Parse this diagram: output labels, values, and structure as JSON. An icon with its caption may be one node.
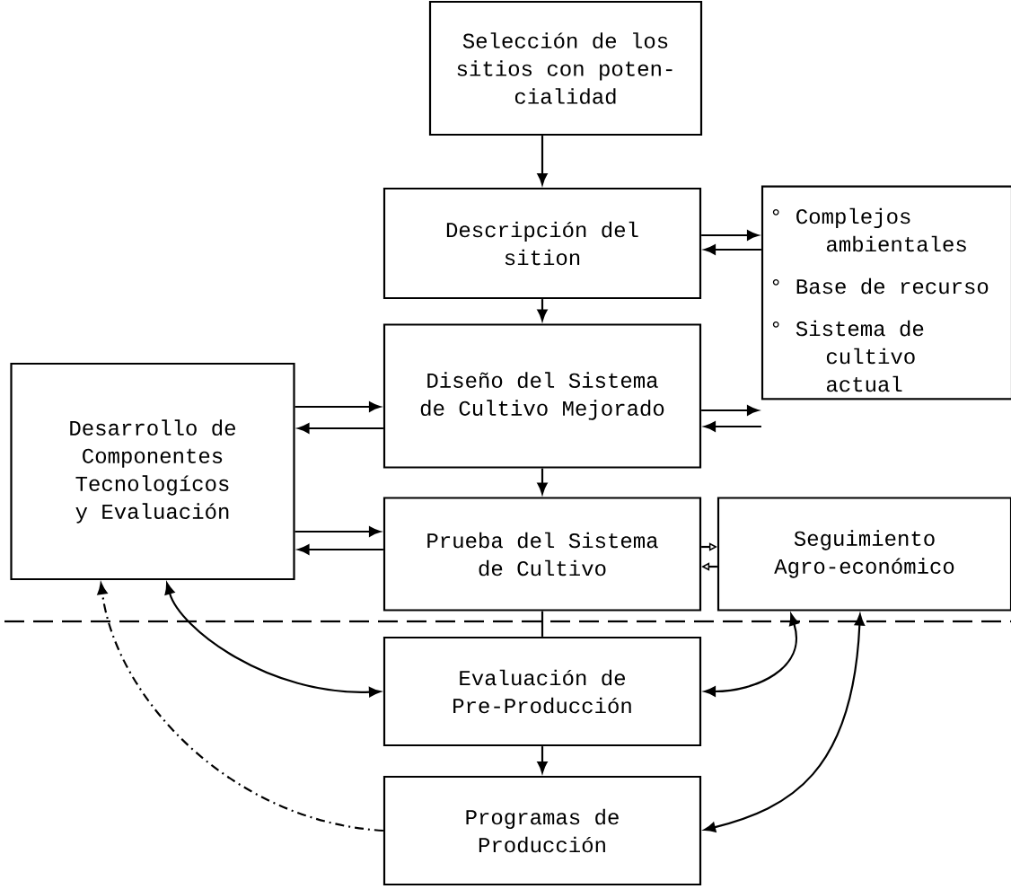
{
  "diagram": {
    "nodes": [
      {
        "text": [
          "Selección de los sitios con poten- cialidad"
        ]
      },
      {
        "text": [
          "Descripción del sition"
        ]
      },
      {
        "text": [
          "° Complejos ambientales",
          "° Base de recurso",
          "° Sistema de cultivo actual"
        ]
      },
      {
        "text": [
          "Diseño del Sistema de Cultivo Mejorado"
        ]
      },
      {
        "text": [
          "Desarrollo de Componentes Tecnologícos y Evaluación"
        ]
      },
      {
        "text": [
          "Prueba del Sistema de Cultivo"
        ]
      },
      {
        "text": [
          "Seguimiento Agro-económico"
        ]
      },
      {
        "text": [
          "Evaluación de Pre-Producción"
        ]
      },
      {
        "text": [
          "Programas de Producción"
        ]
      }
    ],
    "edges": [
      {
        "from": 0,
        "to": 1,
        "arrow": "to"
      },
      {
        "from": 1,
        "to": 3,
        "arrow": "to"
      },
      {
        "from": 3,
        "to": 5,
        "arrow": "to"
      },
      {
        "from": 5,
        "to": 7,
        "arrow": "none"
      },
      {
        "from": 7,
        "to": 8,
        "arrow": "to"
      },
      {
        "from": 1,
        "to": 2,
        "arrow": "to"
      },
      {
        "from": 2,
        "to": 1,
        "arrow": "to"
      },
      {
        "from": 3,
        "to": 2,
        "arrow": "to"
      },
      {
        "from": 2,
        "to": 3,
        "arrow": "to"
      },
      {
        "from": 4,
        "to": 3,
        "arrow": "to"
      },
      {
        "from": 3,
        "to": 4,
        "arrow": "to"
      },
      {
        "from": 4,
        "to": 5,
        "arrow": "to"
      },
      {
        "from": 5,
        "to": 4,
        "arrow": "to"
      },
      {
        "from": 5,
        "to": 6,
        "arrow": "to"
      },
      {
        "from": 6,
        "to": 5,
        "arrow": "to"
      },
      {
        "from": 4,
        "to": 7,
        "arrow": "both"
      },
      {
        "from": 8,
        "to": 4,
        "arrow": "to",
        "style": "dashed"
      },
      {
        "from": 6,
        "to": 7,
        "arrow": "both"
      },
      {
        "from": 6,
        "to": 8,
        "arrow": "both"
      }
    ]
  }
}
